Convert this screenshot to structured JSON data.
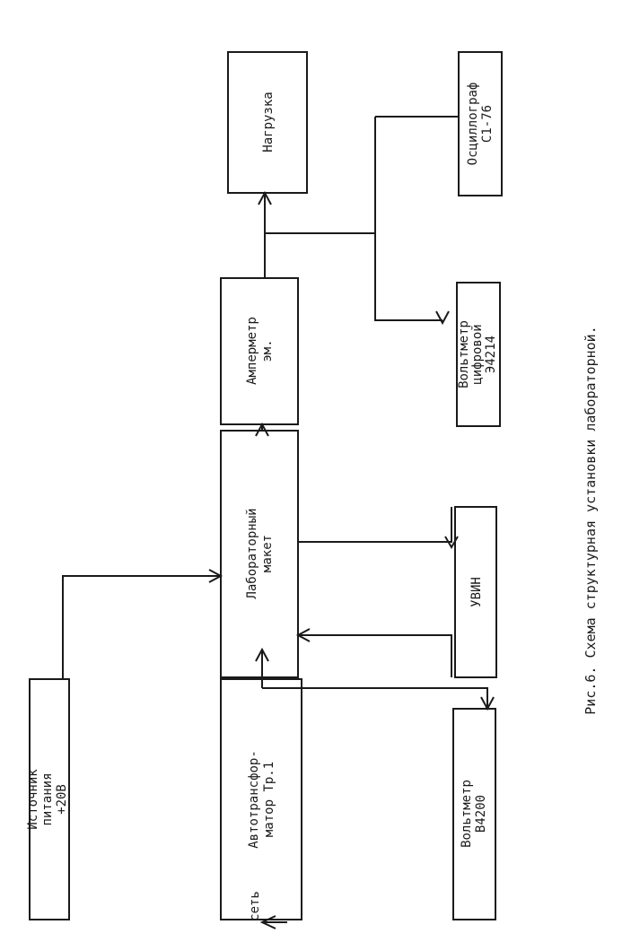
{
  "blocks": {
    "power_source": [
      "Источник",
      "питания",
      "+20В"
    ],
    "autotransformer": [
      "Автотрансфор-",
      "матор Тр.1"
    ],
    "voltmeter_v4200": [
      "Вольтметр",
      "В4200"
    ],
    "lab_model": [
      "Лабораторный",
      "макет"
    ],
    "uvin": [
      "УВИН"
    ],
    "ammeter": [
      "Амперметр",
      "эм."
    ],
    "voltmeter_digital": [
      "Вольтметр",
      "цифровой",
      "Э4214"
    ],
    "load": [
      "Нагрузка"
    ],
    "oscilloscope": [
      "Осциллограф",
      "С1-76"
    ]
  },
  "input_label": "сеть",
  "caption": "Рис.6. Схема структурная установки лабораторной."
}
